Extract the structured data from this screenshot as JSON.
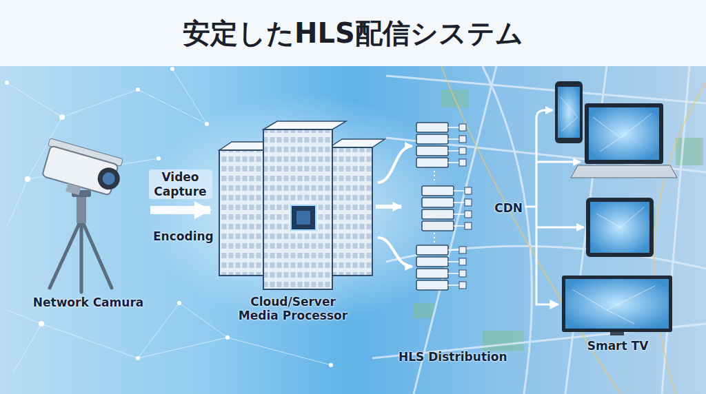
{
  "diagram": {
    "title": "安定したHLS配信システム",
    "nodes": [
      {
        "text": [
          "Network Camura"
        ]
      },
      {
        "text": [
          "Cloud/Server Media Processor"
        ]
      },
      {
        "text": [
          "CDN"
        ]
      },
      {
        "text": [
          "Smart TV"
        ]
      }
    ],
    "edges": [
      {
        "from": 0,
        "to": 1,
        "arrow": "to",
        "label": "Video Capture"
      },
      {
        "from": 1,
        "to": 2,
        "arrow": "to"
      },
      {
        "from": 2,
        "to": 3,
        "arrow": "to"
      }
    ],
    "labels": [
      "Encoding",
      "HLS Distribution"
    ]
  }
}
